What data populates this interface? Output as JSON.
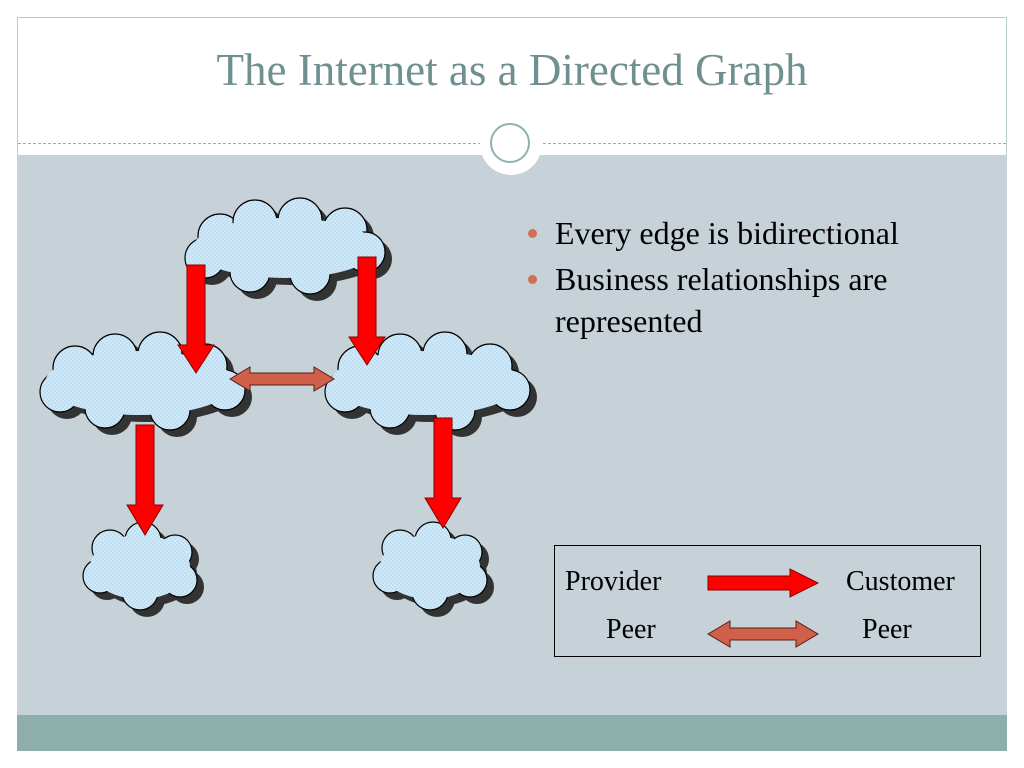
{
  "slide": {
    "title": "The Internet as a Directed Graph"
  },
  "bullets": [
    "Every edge is bidirectional",
    "Business relationships are represented"
  ],
  "legend": {
    "rows": [
      {
        "left": "Provider",
        "right": "Customer",
        "arrow": "provider-customer"
      },
      {
        "left": "Peer",
        "right": "Peer",
        "arrow": "peer-peer"
      }
    ]
  },
  "diagram": {
    "nodes": [
      "top",
      "mid-left",
      "mid-right",
      "bottom-left",
      "bottom-right"
    ],
    "edges": [
      {
        "from": "top",
        "to": "mid-left",
        "type": "provider-customer"
      },
      {
        "from": "top",
        "to": "mid-right",
        "type": "provider-customer"
      },
      {
        "from": "mid-left",
        "to": "bottom-left",
        "type": "provider-customer"
      },
      {
        "from": "mid-right",
        "to": "bottom-right",
        "type": "provider-customer"
      },
      {
        "from": "mid-left",
        "to": "mid-right",
        "type": "peer-peer"
      }
    ]
  },
  "colors": {
    "title_text": "#6e9090",
    "content_background": "#c6d1d8",
    "footer_band": "#8eaeac",
    "bullet_dot": "#d26f52",
    "cloud_fill": "#cfe8f7",
    "provider_customer_arrow": "#ff0000",
    "peer_arrow": "#d0604a"
  }
}
